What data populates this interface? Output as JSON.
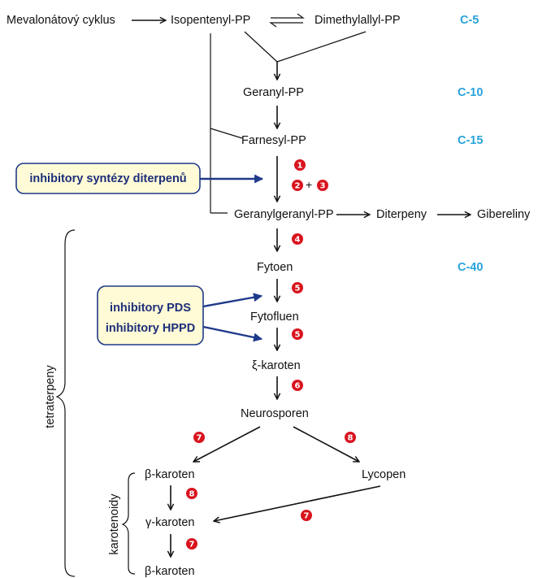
{
  "nodes": {
    "mevalonatovy": "Mevalonátový cyklus",
    "isopentenyl": "Isopentenyl-PP",
    "dimethylallyl": "Dimethylallyl-PP",
    "geranyl": "Geranyl-PP",
    "farnesyl": "Farnesyl-PP",
    "geranylgeranyl": "Geranylgeranyl-PP",
    "diterpeny": "Diterpeny",
    "gibereliny": "Gibereliny",
    "fytoen": "Fytoen",
    "fytofluen": "Fytofluen",
    "xi_karoten": "ξ-karoten",
    "neurosporen": "Neurosporen",
    "beta_karoten_1": "β-karoten",
    "lycopen": "Lycopen",
    "gamma_karoten": "γ-karoten",
    "beta_karoten_2": "β-karoten"
  },
  "levels": {
    "c5": "C-5",
    "c10": "C-10",
    "c15": "C-15",
    "c40": "C-40"
  },
  "inhibitors": {
    "diterpene": "inhibitory syntézy diterpenů",
    "pds": "inhibitory PDS",
    "hppd": "inhibitory HPPD"
  },
  "brackets": {
    "tetraterpeny": "tetraterpeny",
    "karotenoidy": "karotenoidy"
  },
  "steps": {
    "s1": "1",
    "s2": "2",
    "s3": "3",
    "plus": "+",
    "s4": "4",
    "s5a": "5",
    "s5b": "5",
    "s6": "6",
    "s7a": "7",
    "s8a": "8",
    "s8b": "8",
    "s7b": "7",
    "s7c": "7"
  },
  "colors": {
    "level_text": "#29a3dc",
    "badge": "#d9141e",
    "inhibitor_box_fill": "#fffbd6",
    "inhibitor_box_border": "#1f3a8a",
    "inhibitor_text": "#1c2e7a"
  }
}
